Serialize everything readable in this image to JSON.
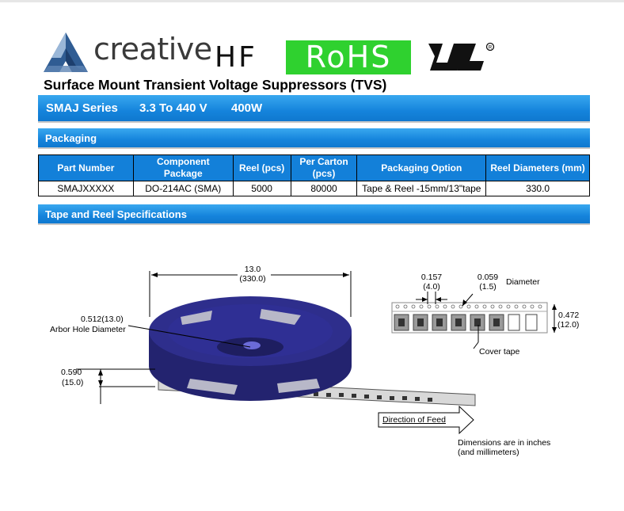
{
  "header": {
    "logo_text": "creative",
    "hf": "HF",
    "rohs": "RoHS",
    "ul_mark": "ul-recognized-mark",
    "title": "Surface Mount Transient Voltage Suppressors (TVS)"
  },
  "series_bar": {
    "series": "SMAJ Series",
    "voltage": "3.3 To 440 V",
    "power": "400W"
  },
  "packaging": {
    "heading": "Packaging",
    "columns": [
      "Part Number",
      "Component Package",
      "Reel (pcs)",
      "Per Carton (pcs)",
      "Packaging Option",
      "Reel Diameters (mm)"
    ],
    "rows": [
      [
        "SMAJXXXXX",
        "DO-214AC (SMA)",
        "5000",
        "80000",
        "Tape & Reel -15mm/13\"tape",
        "330.0"
      ]
    ]
  },
  "tape_reel": {
    "heading": "Tape and Reel Specifications",
    "reel_width_in": "13.0",
    "reel_width_mm": "(330.0)",
    "arbor_label_1": "0.512(13.0)",
    "arbor_label_2": "Arbor Hole Diameter",
    "thickness_in": "0.590",
    "thickness_mm": "(15.0)",
    "pitch_in": "0.157",
    "pitch_mm": "(4.0)",
    "hole_in": "0.059",
    "hole_mm": "(1.5)",
    "diameter_label": "Diameter",
    "tape_width_in": "0.472",
    "tape_width_mm": "(12.0)",
    "cover_tape": "Cover tape",
    "feed_label": "Direction of Feed",
    "dims_note_1": "Dimensions are in inches",
    "dims_note_2": "(and millimeters)"
  },
  "colors": {
    "bar_blue": "#1584dc",
    "rohs_green": "#2fd12f",
    "reel_blue": "#2a2a8a"
  }
}
